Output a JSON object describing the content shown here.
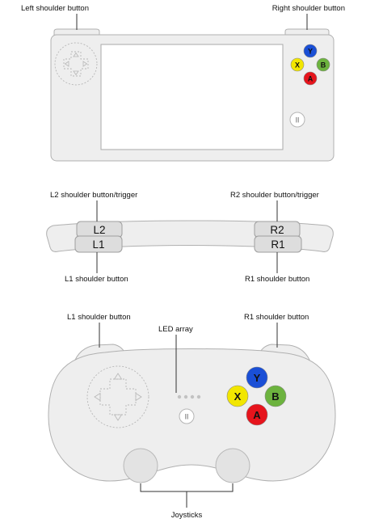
{
  "diagram1": {
    "left_shoulder_label": "Left shoulder button",
    "right_shoulder_label": "Right shoulder button",
    "buttons": {
      "y": "Y",
      "x": "X",
      "b": "B",
      "a": "A"
    },
    "pause_symbol": "II"
  },
  "diagram2": {
    "l2_trigger_label": "L2 shoulder button/trigger",
    "r2_trigger_label": "R2 shoulder button/trigger",
    "l2_text": "L2",
    "l1_text": "L1",
    "r2_text": "R2",
    "r1_text": "R1",
    "l1_label": "L1 shoulder button",
    "r1_label": "R1 shoulder button"
  },
  "diagram3": {
    "l1_label": "L1 shoulder button",
    "r1_label": "R1 shoulder button",
    "led_label": "LED array",
    "buttons": {
      "y": "Y",
      "x": "X",
      "b": "B",
      "a": "A"
    },
    "pause_symbol": "II",
    "joysticks_label": "Joysticks"
  },
  "colors": {
    "body": "#eeeeee",
    "outline": "#b0b0b0",
    "screen": "#ffffff",
    "button_y": "#1a4fd6",
    "button_x": "#f2e600",
    "button_b": "#6cb33e",
    "button_a": "#e6141c"
  },
  "icons": [
    "dpad-icon",
    "pause-icon",
    "led-dots-icon"
  ]
}
